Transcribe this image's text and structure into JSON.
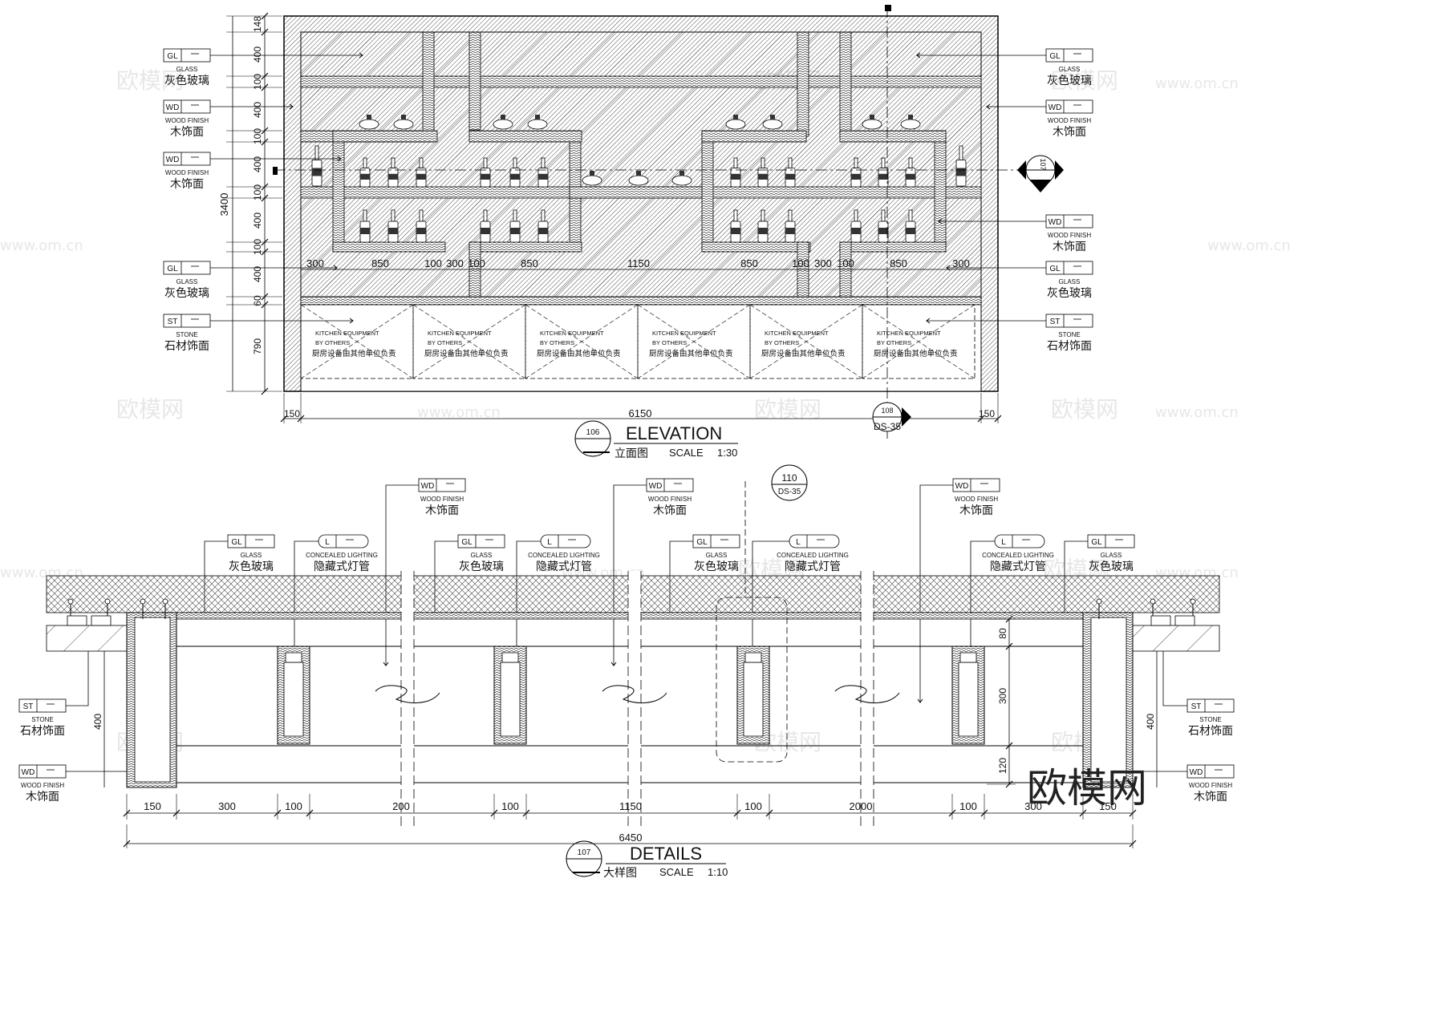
{
  "elevation": {
    "title": "ELEVATION",
    "subtitle_cn": "立面图",
    "scale_label": "SCALE",
    "scale_value": "1:30",
    "circle_num": "106",
    "section_marker_num": "108",
    "section_marker_sheet": "DS-35",
    "side_marker_num": "107",
    "total_width": "6150",
    "side_margin": "150",
    "height_total": "3400",
    "vdims": [
      "148",
      "400",
      "100",
      "400",
      "100",
      "400",
      "100",
      "400",
      "100",
      "400",
      "60",
      "790"
    ],
    "hdims": [
      "300",
      "850",
      "100",
      "300",
      "100",
      "850",
      "1150",
      "850",
      "100",
      "300",
      "100",
      "850",
      "300"
    ],
    "equipment_en1": "KITCHEN EQUIPMENT",
    "equipment_en2": "BY OTHERS",
    "equipment_cn": "厨房设备由其他单位负责"
  },
  "tags": {
    "GL": {
      "code": "GL",
      "en": "GLASS",
      "cn": "灰色玻璃"
    },
    "WD": {
      "code": "WD",
      "en": "WOOD FINISH",
      "cn": "木饰面"
    },
    "ST": {
      "code": "ST",
      "en": "STONE",
      "cn": "石材饰面"
    },
    "L": {
      "code": "L",
      "en": "CONCEALED LIGHTING",
      "cn": "隐藏式灯管"
    }
  },
  "details": {
    "title": "DETAILS",
    "subtitle_cn": "大样图",
    "scale_label": "SCALE",
    "scale_value": "1:10",
    "circle_num": "107",
    "callout_num": "110",
    "callout_sheet": "DS-35",
    "total_width": "6450",
    "hdims": [
      "150",
      "300",
      "100",
      "200",
      "100",
      "1150",
      "100",
      "2000",
      "100",
      "300",
      "150"
    ],
    "vdims_right": [
      "80",
      "300",
      "120"
    ],
    "vdim_side": "400"
  },
  "watermark": {
    "cn": "欧模网",
    "url": "www.om.cn",
    "big": "欧模网"
  }
}
